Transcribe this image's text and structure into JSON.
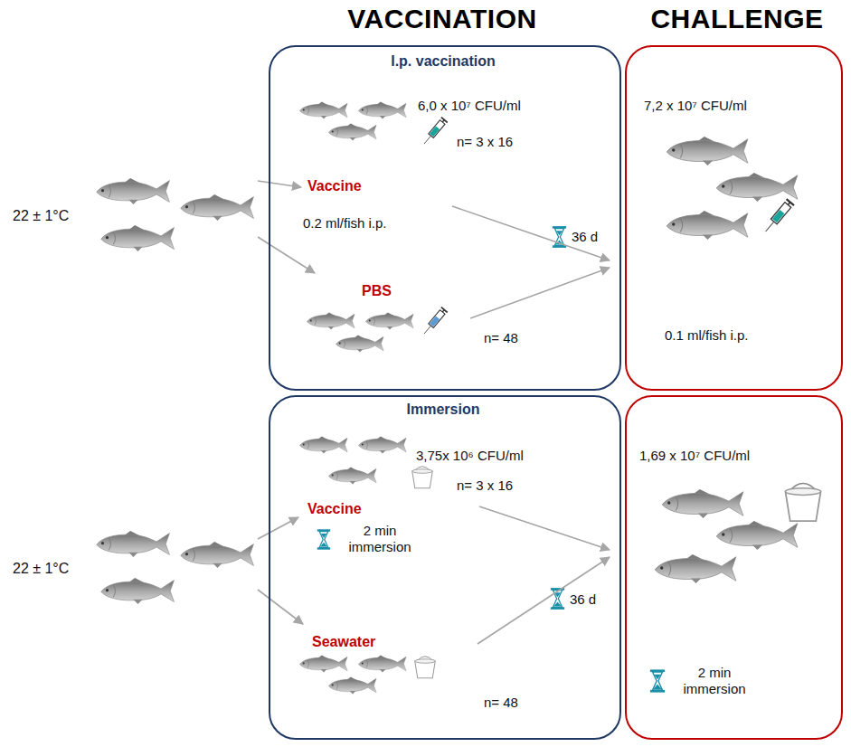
{
  "diagram": {
    "nodes": [
      {
        "text": [
          "I.p. vaccination",
          "6,0 x 10⁷ CFU/ml",
          "n= 3 x 16",
          "Vaccine",
          "0.2 ml/fish i.p.",
          "36 d",
          "PBS",
          "n= 48"
        ]
      },
      {
        "text": [
          "7,2 x 10⁷ CFU/ml",
          "0.1 ml/fish i.p."
        ]
      },
      {
        "text": [
          "Immersion",
          "3,75x 10⁶ CFU/ml",
          "n= 3 x 16",
          "Vaccine",
          "2 min immersion",
          "36 d",
          "Seawater",
          "n= 48"
        ]
      },
      {
        "text": [
          "1,69 x 10⁷ CFU/ml",
          "2 min immersion"
        ]
      }
    ],
    "labels": [
      "VACCINATION",
      "CHALLENGE",
      "22 ± 1°C",
      "22 ± 1°C"
    ]
  }
}
